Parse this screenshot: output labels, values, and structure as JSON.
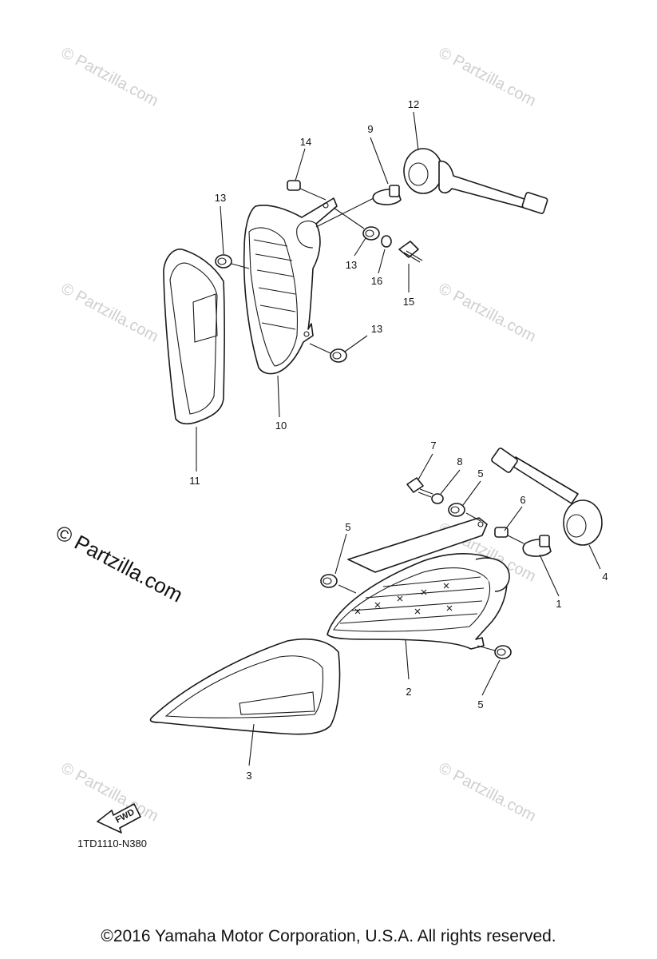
{
  "watermark": "© Partzilla.com",
  "watermark_main": "© Partzilla.com",
  "fwd_label": "FWD",
  "diagram_code": "1TD1110-N380",
  "copyright": "©2016  Yamaha Motor Corporation, U.S.A. All rights reserved.",
  "callouts": [
    {
      "id": "c1",
      "text": "1"
    },
    {
      "id": "c2",
      "text": "2"
    },
    {
      "id": "c3",
      "text": "3"
    },
    {
      "id": "c4",
      "text": "4"
    },
    {
      "id": "c5a",
      "text": "5"
    },
    {
      "id": "c5b",
      "text": "5"
    },
    {
      "id": "c5c",
      "text": "5"
    },
    {
      "id": "c6",
      "text": "6"
    },
    {
      "id": "c7",
      "text": "7"
    },
    {
      "id": "c8",
      "text": "8"
    },
    {
      "id": "c9",
      "text": "9"
    },
    {
      "id": "c10",
      "text": "10"
    },
    {
      "id": "c11",
      "text": "11"
    },
    {
      "id": "c12",
      "text": "12"
    },
    {
      "id": "c13a",
      "text": "13"
    },
    {
      "id": "c13b",
      "text": "13"
    },
    {
      "id": "c13c",
      "text": "13"
    },
    {
      "id": "c14",
      "text": "14"
    },
    {
      "id": "c15",
      "text": "15"
    },
    {
      "id": "c16",
      "text": "16"
    }
  ]
}
